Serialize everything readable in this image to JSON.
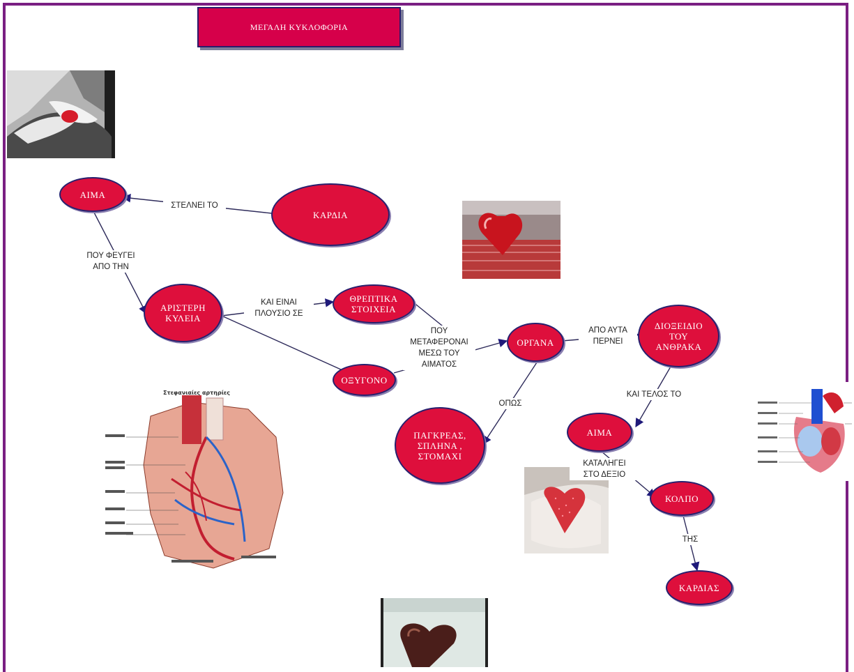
{
  "title": "ΜΕΓΑΛΗ ΚΥΚΛΟΦΟΡΙΑ",
  "colors": {
    "node_fill": "#de0f3c",
    "node_border": "#28206e",
    "arrow": "#1f1a7a",
    "frame": "#7a1f82"
  },
  "nodes": {
    "aima_top": "ΑΙΜΑ",
    "kardia": "ΚΑΡΔΙΑ",
    "aristeri_koilia": "ΑΡΙΣΤΕΡΗ\nΚΥΛΕΙΑ",
    "threptika": "ΘΡΕΠΤΙΚΑ\nΣΤΟΙΧΕΙΑ",
    "oxygono": "ΟΞΥΓΟΝΟ",
    "organa": "ΟΡΓΑΝΑ",
    "dioxeidio": "ΔΙΟΞΕΙΔΙΟ\nΤΟΥ\nΑΝΘΡΑΚΑ",
    "pagkreas": "ΠΑΓΚΡΕΑΣ,\nΣΠΛΗΝΑ ,\nΣΤΟΜΑΧΙ",
    "aima_bottom": "ΑΙΜΑ",
    "kolpo": "ΚΟΛΠΟ",
    "kardias": "ΚΑΡΔΙΑΣ"
  },
  "links": {
    "stelnei": "ΣΤΕΛΝΕΙ ΤΟ",
    "pou_feygei": "ΠΟΥ ΦΕΥΓΕΙ\nΑΠΟ ΤΗΝ",
    "kai_einai": "ΚΑΙ ΕΙΝΑΙ\nΠΛΟΥΣΙΟ ΣΕ",
    "pou_metaferontai": "ΠΟΥ\nΜΕΤΑΦΕΡΟΝΑΙ\nΜΕΣΩ ΤΟΥ\nΑΙΜΑΤΟΣ",
    "apo_ayta": "ΑΠΟ ΑΥΤΑ\nΠΕΡΝΕΙ",
    "opos": "ΟΠΩΣ",
    "kai_telos": "ΚΑΙ ΤΕΛΟΣ ΤΟ",
    "katalhgei": "ΚΑΤΑΛΗΓΕΙ\nΣΤΟ ΔΕΞΙΟ",
    "tis": "ΤΗΣ"
  },
  "images": {
    "hands_heart": "hands-holding-heart-photo",
    "heart_sea": "heart-on-water-photo",
    "coronary": "coronary-arteries-illustration",
    "coronary_title": "Στεφανιαίες αρτηρίες",
    "hands_glitter": "hands-glitter-heart-photo",
    "heart_diagram": "heart-anatomy-diagram",
    "chocolate_heart": "chocolate-heart-photo"
  }
}
